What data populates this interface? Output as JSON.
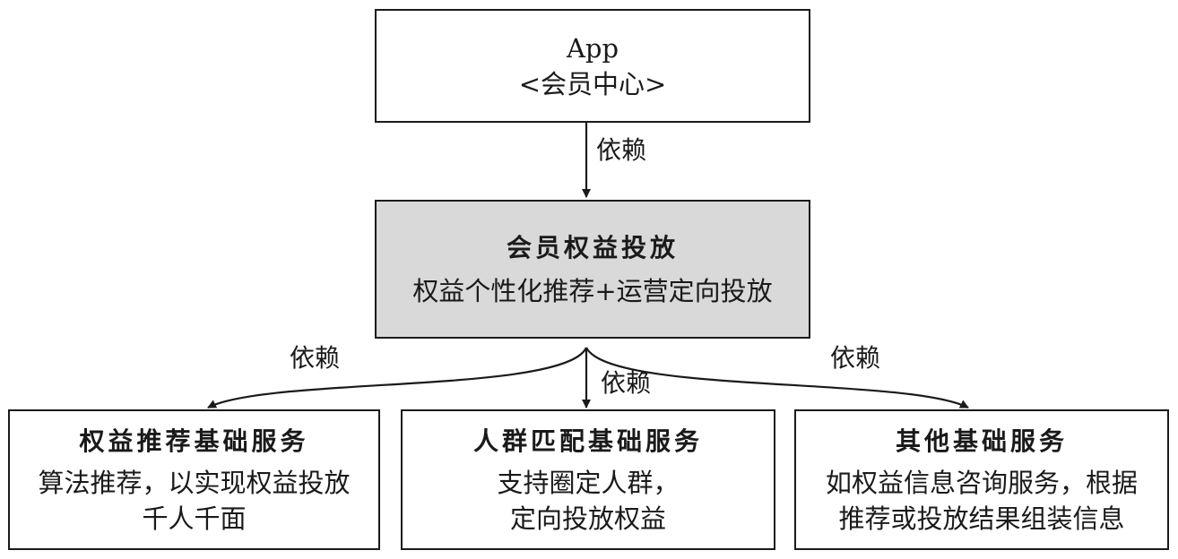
{
  "nodes": {
    "app": {
      "line1": "App",
      "line2": "<会员中心>"
    },
    "core": {
      "title": "会员权益投放",
      "subtitle": "权益个性化推荐+运营定向投放"
    },
    "left": {
      "title": "权益推荐基础服务",
      "line1": "算法推荐，以实现权益投放",
      "line2": "千人千面"
    },
    "middle": {
      "title": "人群匹配基础服务",
      "line1": "支持圈定人群，",
      "line2": "定向投放权益"
    },
    "right": {
      "title": "其他基础服务",
      "line1": "如权益信息咨询服务，根据",
      "line2": "推荐或投放结果组装信息"
    }
  },
  "edges": {
    "app_to_core": "依赖",
    "core_to_left": "依赖",
    "core_to_middle": "依赖",
    "core_to_right": "依赖"
  },
  "colors": {
    "core_fill": "#d9d9d9",
    "stroke": "#1a1a1a"
  }
}
